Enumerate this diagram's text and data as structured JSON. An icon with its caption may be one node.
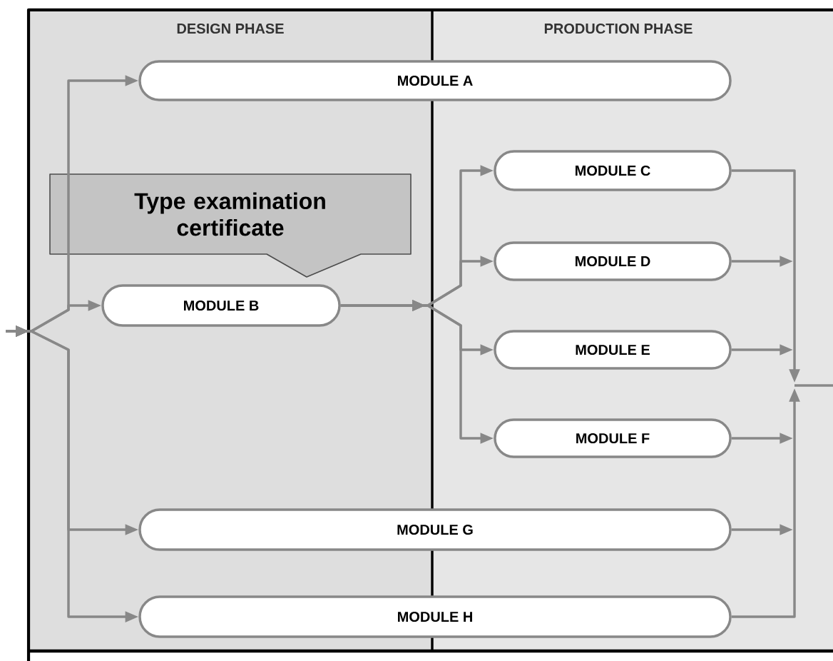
{
  "diagram": {
    "nodes": [
      {
        "text": [
          "DESIGN PHASE"
        ]
      },
      {
        "text": [
          "PRODUCTION PHASE"
        ]
      },
      {
        "text": [
          "MODULE A"
        ]
      },
      {
        "text": [
          "Type examination certificate"
        ],
        "in": 0
      },
      {
        "text": [
          "MODULE B"
        ],
        "in": 0
      },
      {
        "text": [
          "MODULE C"
        ],
        "in": 1
      },
      {
        "text": [
          "MODULE D"
        ],
        "in": 1
      },
      {
        "text": [
          "MODULE E"
        ],
        "in": 1
      },
      {
        "text": [
          "MODULE F"
        ],
        "in": 1
      },
      {
        "text": [
          "MODULE G"
        ]
      },
      {
        "text": [
          "MODULE H"
        ]
      }
    ],
    "edges": [
      {
        "from": null,
        "to": 2,
        "arrow": "to"
      },
      {
        "from": null,
        "to": 4,
        "arrow": "to"
      },
      {
        "from": null,
        "to": 9,
        "arrow": "to"
      },
      {
        "from": null,
        "to": 10,
        "arrow": "to"
      },
      {
        "from": 4,
        "to": 5,
        "arrow": "to"
      },
      {
        "from": 4,
        "to": 6,
        "arrow": "to"
      },
      {
        "from": 4,
        "to": 7,
        "arrow": "to"
      },
      {
        "from": 4,
        "to": 8,
        "arrow": "to"
      },
      {
        "from": 5,
        "to": null,
        "arrow": "to"
      },
      {
        "from": 6,
        "to": null,
        "arrow": "to"
      },
      {
        "from": 7,
        "to": null,
        "arrow": "to"
      },
      {
        "from": 8,
        "to": null,
        "arrow": "to"
      },
      {
        "from": 9,
        "to": null,
        "arrow": "to"
      },
      {
        "from": 10,
        "to": null,
        "arrow": "to"
      }
    ]
  }
}
